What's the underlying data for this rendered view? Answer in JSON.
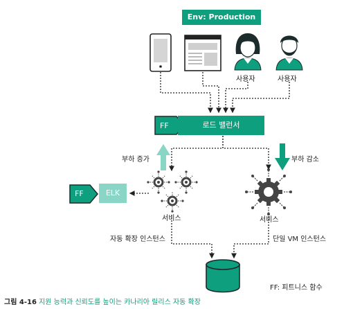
{
  "env_label": "Env: Production",
  "clients": {
    "user_label_1": "사용자",
    "user_label_2": "사용자"
  },
  "load_balancer": {
    "label": "로드 밸런서",
    "flag": "FF"
  },
  "elk": {
    "label": "ELK",
    "flag": "FF"
  },
  "scale_up_label": "부하 증가",
  "scale_down_label": "부하 감소",
  "services": {
    "left_label": "서비스",
    "right_label": "서비스",
    "left_caption": "자동 확장 인스턴스",
    "right_caption": "단일 VM 인스턴스"
  },
  "legend": "FF: 피트니스 함수",
  "caption": {
    "figure": "그림 4-16",
    "text": "지원 능력과 신뢰도를 높이는 카나리아 릴리스 자동 확장"
  },
  "colors": {
    "accent": "#0e9f7e",
    "light_accent": "#8ad6c6",
    "dark": "#1c2b2b"
  }
}
